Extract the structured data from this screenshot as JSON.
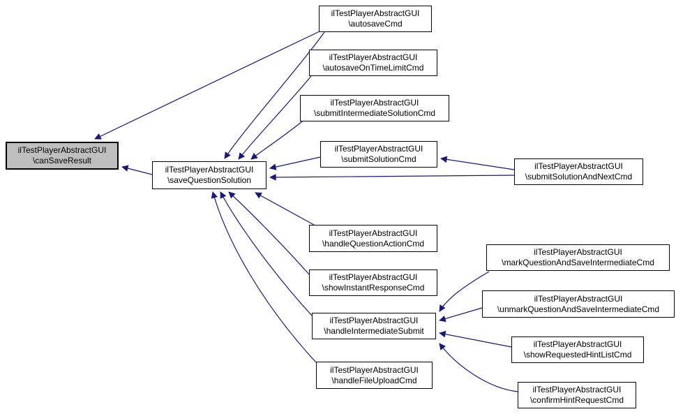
{
  "diagram": {
    "type": "call-graph",
    "class_name": "ilTestPlayerAbstractGUI",
    "focus_method": "\\canSaveResult",
    "colors": {
      "edge": "#191970",
      "node_fill": "#ffffff",
      "node_border": "#000000",
      "highlight_fill": "#bfbfbf",
      "background": "#ffffff"
    },
    "nodes": [
      {
        "id": "canSaveResult",
        "line1": "ilTestPlayerAbstractGUI",
        "line2": "\\canSaveResult",
        "highlighted": true
      },
      {
        "id": "saveQuestionSolution",
        "line1": "ilTestPlayerAbstractGUI",
        "line2": "\\saveQuestionSolution",
        "highlighted": false
      },
      {
        "id": "autosaveCmd",
        "line1": "ilTestPlayerAbstractGUI",
        "line2": "\\autosaveCmd",
        "highlighted": false
      },
      {
        "id": "autosaveOnTimeLimitCmd",
        "line1": "ilTestPlayerAbstractGUI",
        "line2": "\\autosaveOnTimeLimitCmd",
        "highlighted": false
      },
      {
        "id": "submitIntermediateSolutionCmd",
        "line1": "ilTestPlayerAbstractGUI",
        "line2": "\\submitIntermediateSolutionCmd",
        "highlighted": false
      },
      {
        "id": "submitSolutionCmd",
        "line1": "ilTestPlayerAbstractGUI",
        "line2": "\\submitSolutionCmd",
        "highlighted": false
      },
      {
        "id": "submitSolutionAndNextCmd",
        "line1": "ilTestPlayerAbstractGUI",
        "line2": "\\submitSolutionAndNextCmd",
        "highlighted": false
      },
      {
        "id": "handleQuestionActionCmd",
        "line1": "ilTestPlayerAbstractGUI",
        "line2": "\\handleQuestionActionCmd",
        "highlighted": false
      },
      {
        "id": "showInstantResponseCmd",
        "line1": "ilTestPlayerAbstractGUI",
        "line2": "\\showInstantResponseCmd",
        "highlighted": false
      },
      {
        "id": "handleIntermediateSubmit",
        "line1": "ilTestPlayerAbstractGUI",
        "line2": "\\handleIntermediateSubmit",
        "highlighted": false
      },
      {
        "id": "markQuestionAndSaveIntermediateCmd",
        "line1": "ilTestPlayerAbstractGUI",
        "line2": "\\markQuestionAndSaveIntermediateCmd",
        "highlighted": false
      },
      {
        "id": "unmarkQuestionAndSaveIntermediateCmd",
        "line1": "ilTestPlayerAbstractGUI",
        "line2": "\\unmarkQuestionAndSaveIntermediateCmd",
        "highlighted": false
      },
      {
        "id": "showRequestedHintListCmd",
        "line1": "ilTestPlayerAbstractGUI",
        "line2": "\\showRequestedHintListCmd",
        "highlighted": false
      },
      {
        "id": "confirmHintRequestCmd",
        "line1": "ilTestPlayerAbstractGUI",
        "line2": "\\confirmHintRequestCmd",
        "highlighted": false
      },
      {
        "id": "handleFileUploadCmd",
        "line1": "ilTestPlayerAbstractGUI",
        "line2": "\\handleFileUploadCmd",
        "highlighted": false
      }
    ],
    "edges": [
      {
        "from": "autosaveCmd",
        "to": "canSaveResult"
      },
      {
        "from": "saveQuestionSolution",
        "to": "canSaveResult"
      },
      {
        "from": "autosaveCmd",
        "to": "saveQuestionSolution"
      },
      {
        "from": "autosaveOnTimeLimitCmd",
        "to": "saveQuestionSolution"
      },
      {
        "from": "submitIntermediateSolutionCmd",
        "to": "saveQuestionSolution"
      },
      {
        "from": "submitSolutionCmd",
        "to": "saveQuestionSolution"
      },
      {
        "from": "submitSolutionAndNextCmd",
        "to": "saveQuestionSolution"
      },
      {
        "from": "submitSolutionAndNextCmd",
        "to": "submitSolutionCmd"
      },
      {
        "from": "handleQuestionActionCmd",
        "to": "saveQuestionSolution"
      },
      {
        "from": "showInstantResponseCmd",
        "to": "saveQuestionSolution"
      },
      {
        "from": "handleIntermediateSubmit",
        "to": "saveQuestionSolution"
      },
      {
        "from": "handleFileUploadCmd",
        "to": "saveQuestionSolution"
      },
      {
        "from": "markQuestionAndSaveIntermediateCmd",
        "to": "handleIntermediateSubmit"
      },
      {
        "from": "unmarkQuestionAndSaveIntermediateCmd",
        "to": "handleIntermediateSubmit"
      },
      {
        "from": "showRequestedHintListCmd",
        "to": "handleIntermediateSubmit"
      },
      {
        "from": "confirmHintRequestCmd",
        "to": "handleIntermediateSubmit"
      }
    ]
  }
}
